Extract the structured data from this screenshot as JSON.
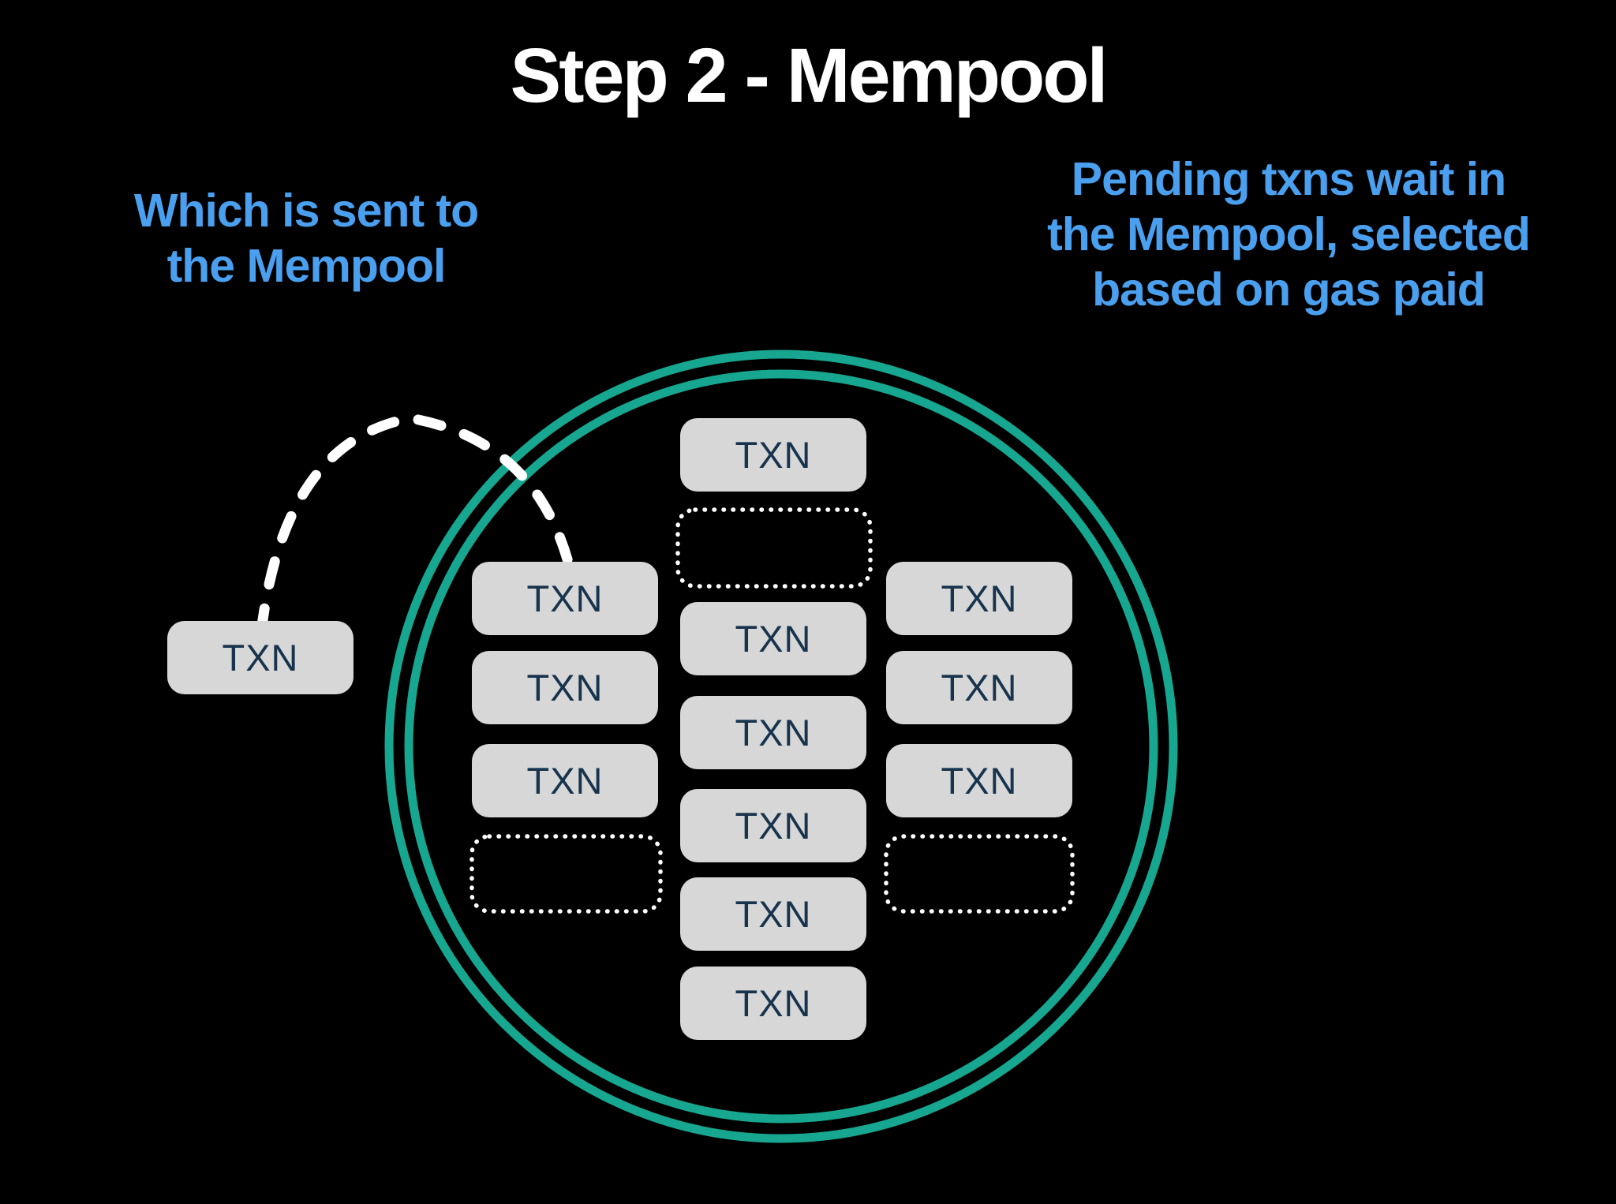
{
  "title": "Step 2 - Mempool",
  "annotations": {
    "left": {
      "lines": [
        "Which is sent to",
        "the Mempool"
      ]
    },
    "right": {
      "lines": [
        "Pending txns wait in",
        "the Mempool, selected",
        "based on gas paid"
      ]
    }
  },
  "labels": {
    "txn": "TXN"
  },
  "mempool": {
    "txn_box_count": 13,
    "empty_slot_count": 3,
    "external_txn_count": 1
  },
  "colors": {
    "background": "#000000",
    "title_text": "#ffffff",
    "annotation_blue": "#4aa0ef",
    "circle_teal": "#17a68f",
    "box_gray": "#d7d7d7",
    "txn_text_navy": "#17334d",
    "dash_white": "#ffffff"
  }
}
